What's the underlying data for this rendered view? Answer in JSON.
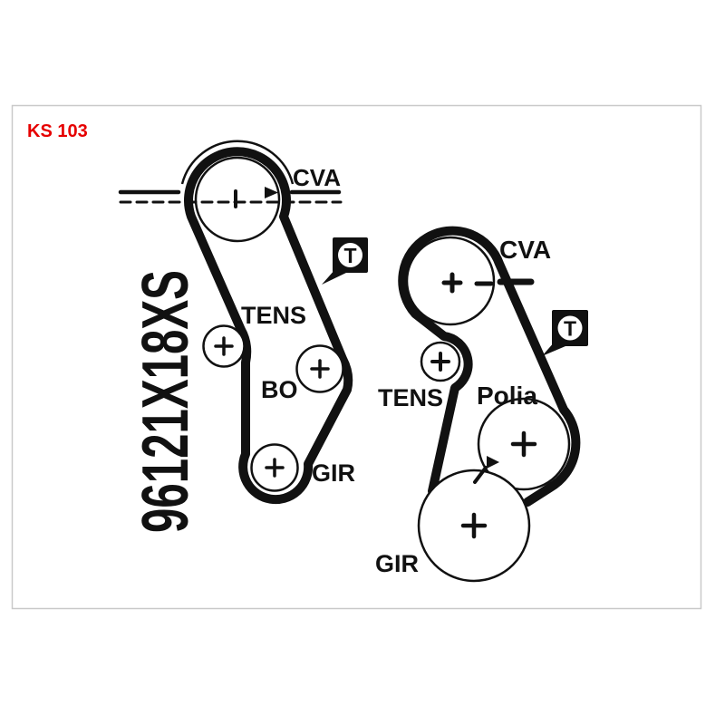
{
  "title_code": {
    "text": "KS 103",
    "color": "#e60000"
  },
  "part_number": {
    "text": "96121X18XS"
  },
  "colors": {
    "ink": "#111111",
    "frame_border": "#c9c9c9",
    "background": "#ffffff",
    "accent_red": "#e60000"
  },
  "left_diagram": {
    "labels": {
      "cva": "CVA",
      "tens": "TENS",
      "bo": "BO",
      "gir": "GIR"
    },
    "timing_symbol": "T"
  },
  "right_diagram": {
    "labels": {
      "cva": "CVA",
      "tens": "TENS",
      "polia": "Polia",
      "gir": "GIR"
    },
    "timing_symbol": "T"
  }
}
